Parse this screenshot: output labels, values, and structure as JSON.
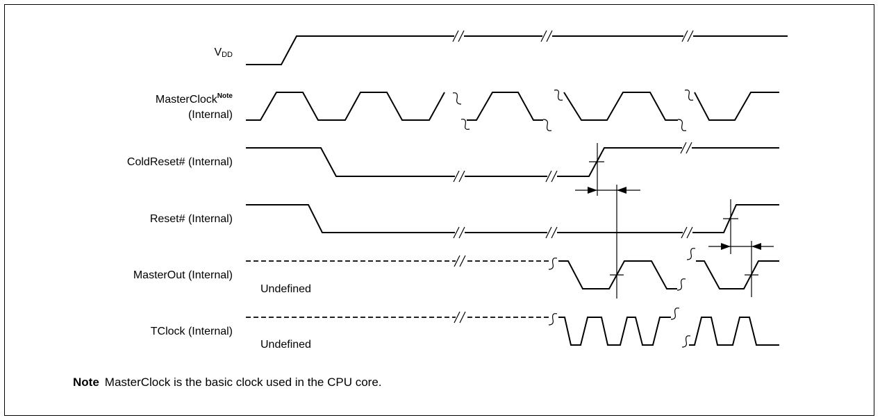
{
  "signals": {
    "vdd": {
      "main": "V",
      "sub": "DD"
    },
    "masterclock": {
      "line1": "MasterClock",
      "note_mark": "Note",
      "line2": "(Internal)"
    },
    "coldreset": "ColdReset# (Internal)",
    "reset": "Reset# (Internal)",
    "masterout": "MasterOut (Internal)",
    "tclock": "TClock (Internal)"
  },
  "undefined_label": "Undefined",
  "note": {
    "label": "Note",
    "text": "MasterClock is the basic clock used in the CPU core."
  }
}
